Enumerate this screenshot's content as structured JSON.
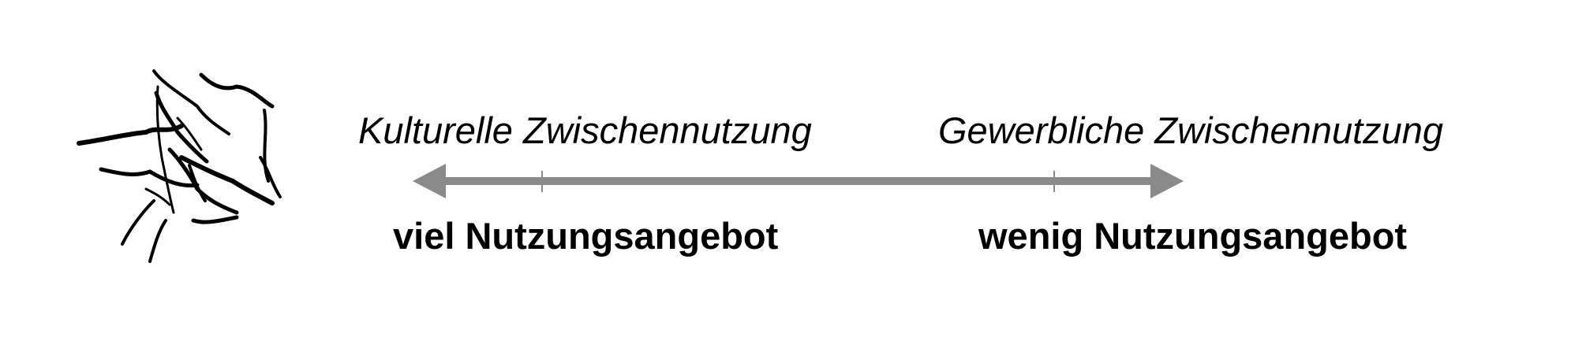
{
  "icons": {
    "logo": "hands-together-sketch-icon"
  },
  "colors": {
    "arrow": "#8a8a8a",
    "text": "#000000"
  },
  "labels": {
    "top_left": "Kulturelle Zwischennutzung",
    "top_right": "Gewerbliche Zwischennutzung",
    "bottom_left": "viel Nutzungsangebot",
    "bottom_right": "wenig Nutzungsangebot"
  }
}
